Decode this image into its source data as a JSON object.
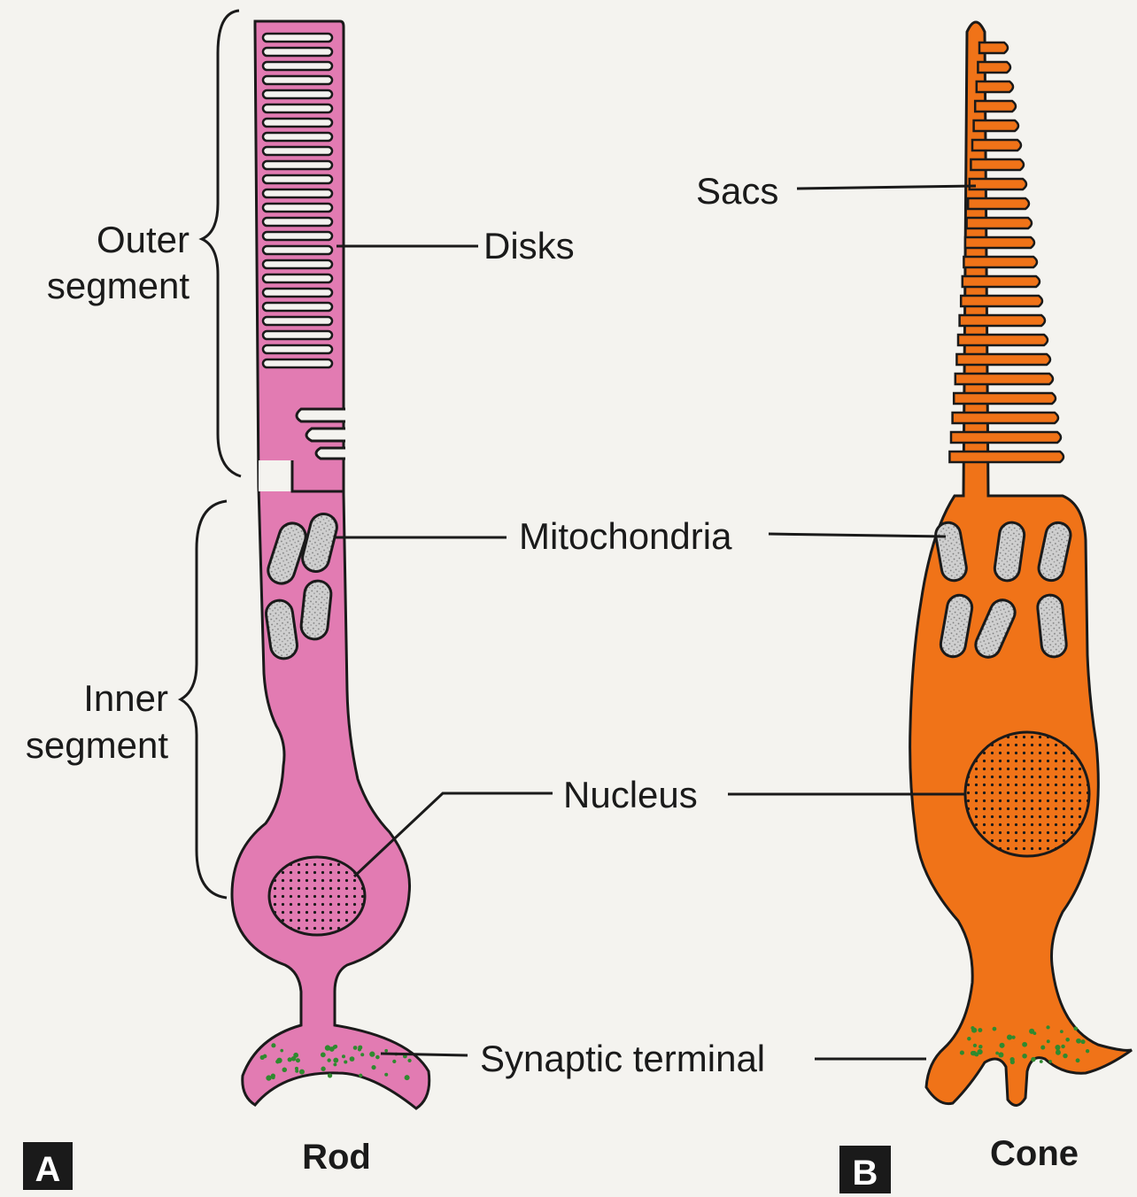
{
  "colors": {
    "rod_fill": "#e27bb2",
    "cone_fill": "#f07318",
    "mitochondria_fill": "#c8c8c8",
    "synaptic_dots": "#2f8a2f",
    "background": "#f4f3ef"
  },
  "labels": {
    "outer_segment": [
      "Outer",
      "segment"
    ],
    "inner_segment": [
      "Inner",
      "segment"
    ],
    "disks": "Disks",
    "sacs": "Sacs",
    "mitochondria": "Mitochondria",
    "nucleus": "Nucleus",
    "synaptic_terminal": "Synaptic terminal"
  },
  "panels": {
    "a": {
      "letter": "A",
      "caption": "Rod"
    },
    "b": {
      "letter": "B",
      "caption": "Cone"
    }
  }
}
